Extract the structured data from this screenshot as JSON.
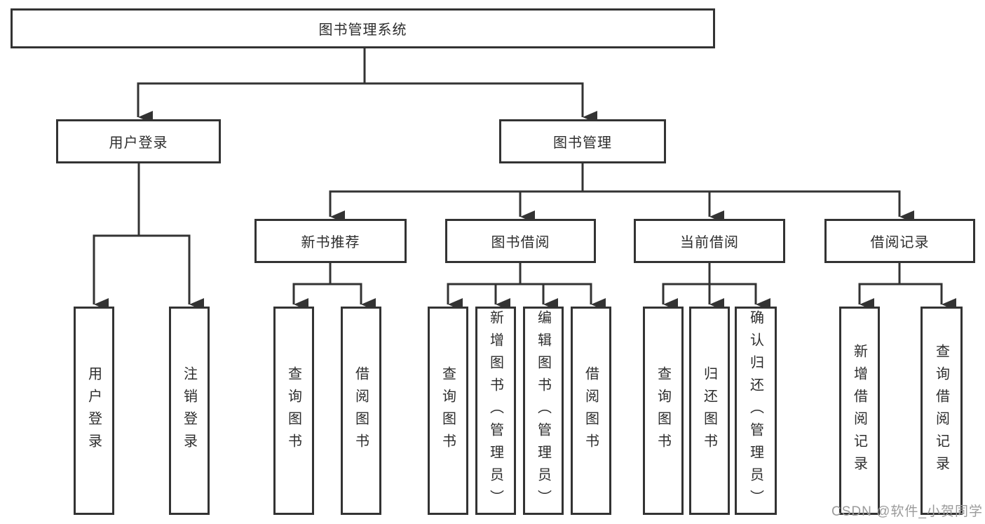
{
  "tree": {
    "label": "图书管理系统",
    "children": [
      {
        "label": "用户登录",
        "children": [
          {
            "label": "用户登录"
          },
          {
            "label": "注销登录"
          }
        ]
      },
      {
        "label": "图书管理",
        "children": [
          {
            "label": "新书推荐",
            "children": [
              {
                "label": "查询图书"
              },
              {
                "label": "借阅图书"
              }
            ]
          },
          {
            "label": "图书借阅",
            "children": [
              {
                "label": "查询图书"
              },
              {
                "label": "新增图书（管理员）"
              },
              {
                "label": "编辑图书（管理员）"
              },
              {
                "label": "借阅图书"
              }
            ]
          },
          {
            "label": "当前借阅",
            "children": [
              {
                "label": "查询图书"
              },
              {
                "label": "归还图书"
              },
              {
                "label": "确认归还（管理员）"
              }
            ]
          },
          {
            "label": "借阅记录",
            "children": [
              {
                "label": "新增借阅记录"
              },
              {
                "label": "查询借阅记录"
              }
            ]
          }
        ]
      }
    ]
  },
  "watermark": {
    "text": "CSDN @软件_小贺同学"
  },
  "colors": {
    "line": "#333333",
    "text": "#2d2d2d",
    "watermark": "#9b9b9b",
    "background": "#ffffff"
  }
}
